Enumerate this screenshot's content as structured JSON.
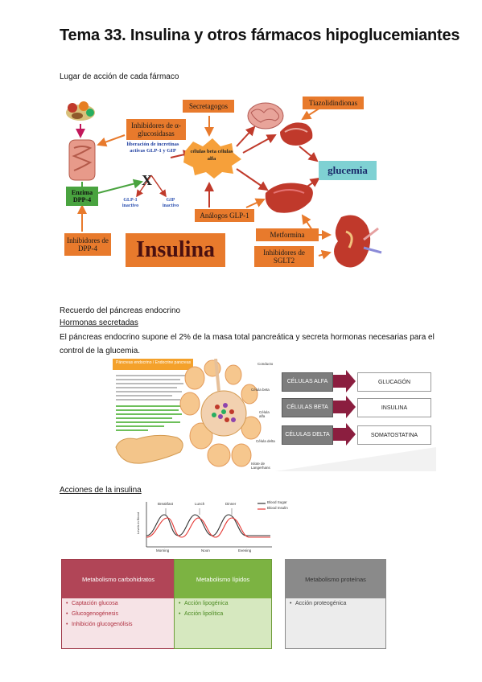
{
  "title": "Tema 33. Insulina y otros fármacos hipoglucemiantes",
  "section1": {
    "heading": "Lugar de acción de cada fármaco",
    "diagram": {
      "inhibidores_glucosidasas": "Inhibidores de α-glucosidasas",
      "secretagogos": "Secretagogos",
      "tiazolidindionas": "Tiazolidindionas",
      "liberacion": "liberación de incretinas activas GLP-1 y GIP",
      "celulas": "células beta células alfa",
      "glucemia": "glucemia",
      "enzima": "Enzima DPP-4",
      "x_mark": "X",
      "glp1_inactivo": "GLP-1 inactivo",
      "gip_inactivo": "GIP inactivo",
      "analogos": "Análogos GLP-1",
      "metformina": "Metformina",
      "inhibidores_dpp4": "Inhibidores de DPP-4",
      "insulina": "Insulina",
      "inhibidores_sglt2": "Inhibidores de SGLT2"
    }
  },
  "section2": {
    "heading": "Recuerdo del páncreas endocrino",
    "subheading": "Hormonas secretadas",
    "paragraph": "El páncreas endocrino supone el 2% de la masa total pancreática y secreta hormonas necesarias para el control de la glucemia.",
    "cells": [
      {
        "cell": "CÉLULAS ALFA",
        "hormone": "GLUCAGÓN"
      },
      {
        "cell": "CÉLULAS BETA",
        "hormone": "INSULINA"
      },
      {
        "cell": "CÉLULAS DELTA",
        "hormone": "SOMATOSTATINA"
      }
    ],
    "illustration_box_title": "Páncreas endocrino / Endocrine pancreas",
    "illustration_labels": {
      "corpuscle": "Conducto",
      "beta": "Célula beta",
      "alpha": "Célula alfa",
      "delta": "Célula delta",
      "islet": "Islote de Langerhans"
    }
  },
  "section3": {
    "heading": "Acciones de la insulina",
    "chart": {
      "legend": [
        "Blood Sugar",
        "Blood Insulin"
      ],
      "meals": [
        "Breakfast",
        "Lunch",
        "Dinner"
      ],
      "times": [
        "Morning",
        "Noon",
        "Evening"
      ],
      "ylabel": "Levels in Blood"
    },
    "panels": [
      {
        "title": "Metabolismo carbohidratos",
        "items": [
          "Captación glucosa",
          "Glucogenogénesis",
          "Inhibición glucogenólisis"
        ]
      },
      {
        "title": "Metabolismo lípidos",
        "items": [
          "Acción lipogénica",
          "Acción lipolítica"
        ]
      },
      {
        "title": "Metabolismo proteínas",
        "items": [
          "Acción proteogénica"
        ]
      }
    ]
  },
  "colors": {
    "orange": "#e87a2c",
    "green": "#49a33f",
    "teal": "#7fd1d3",
    "maroon": "#8b1e3f",
    "panel_red": "#b14557",
    "panel_green": "#7cb342",
    "panel_gray": "#8a8a8a"
  }
}
